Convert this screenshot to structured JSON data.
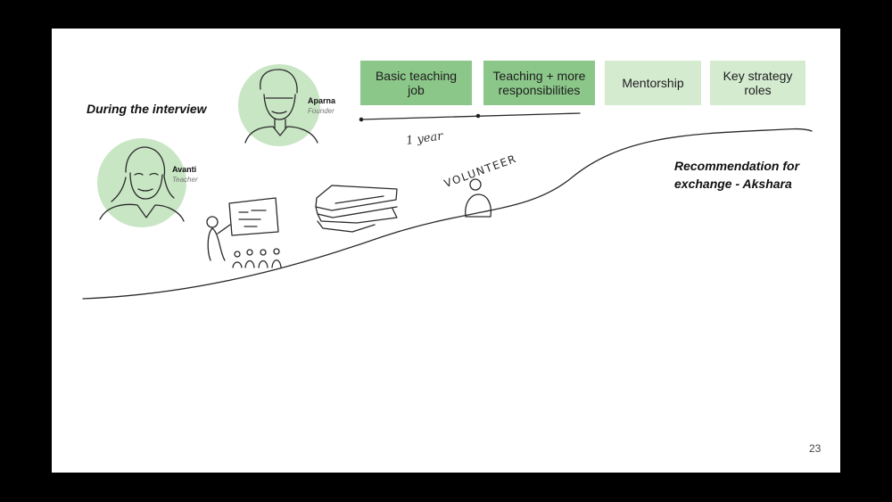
{
  "slide": {
    "heading_left": "During the interview",
    "recommendation_line1": "Recommendation for",
    "recommendation_line2": "exchange - Akshara",
    "page_number": "23"
  },
  "stages": [
    {
      "line1": "Basic teaching",
      "line2": "job",
      "status": "done"
    },
    {
      "line1": "Teaching +  more",
      "line2": "responsibilities",
      "status": "done"
    },
    {
      "line1": "Mentorship",
      "line2": "",
      "status": "todo"
    },
    {
      "line1": "Key strategy",
      "line2": "roles",
      "status": "todo"
    }
  ],
  "timeline_label": "1 year",
  "volunteer_label": "VOLUNTEER",
  "people": [
    {
      "name": "Aparna",
      "role": "Founder"
    },
    {
      "name": "Avanti",
      "role": "Teacher"
    }
  ],
  "colors": {
    "stage_done": "#8cc78a",
    "stage_todo": "#d4ebd0",
    "avatar_circle": "#c8e6c4"
  }
}
